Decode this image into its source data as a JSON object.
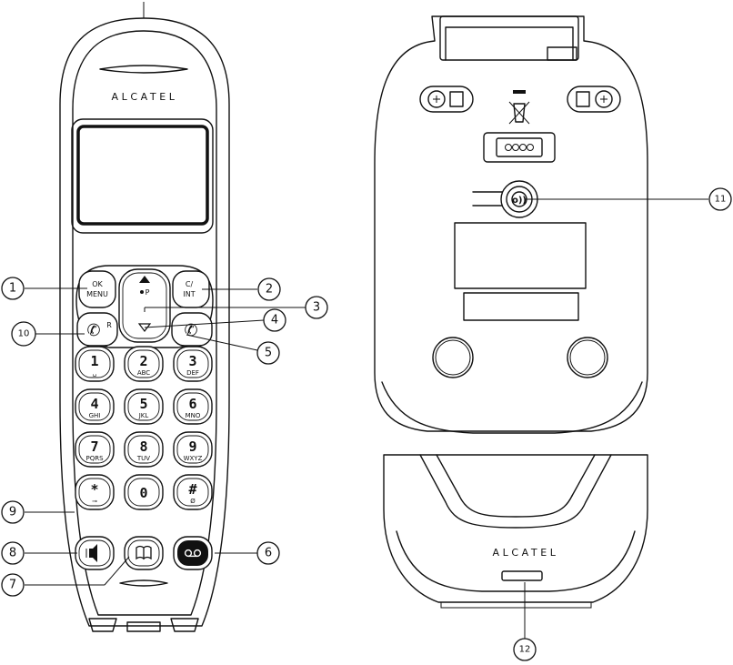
{
  "brand": {
    "handset": "ALCATEL",
    "base": "ALCATEL"
  },
  "nav_keys": {
    "ok_line1": "OK",
    "ok_line2": "MENU",
    "clear_line1": "C/",
    "clear_line2": "INT",
    "up_label": "P",
    "r_label": "R"
  },
  "keypad": [
    {
      "main": "1",
      "sub": "␣"
    },
    {
      "main": "2",
      "sub": "ABC"
    },
    {
      "main": "3",
      "sub": "DEF"
    },
    {
      "main": "4",
      "sub": "GHI"
    },
    {
      "main": "5",
      "sub": "JKL"
    },
    {
      "main": "6",
      "sub": "MNO"
    },
    {
      "main": "7",
      "sub": "PQRS"
    },
    {
      "main": "8",
      "sub": "TUV"
    },
    {
      "main": "9",
      "sub": "WXYZ"
    },
    {
      "main": "*",
      "sub": "⊸"
    },
    {
      "main": "0",
      "sub": ""
    },
    {
      "main": "#",
      "sub": "Ø"
    }
  ],
  "callouts": [
    "1",
    "2",
    "3",
    "4",
    "5",
    "6",
    "7",
    "8",
    "9",
    "10",
    "11",
    "12"
  ],
  "colors": {
    "line": "#111111",
    "background": "#ffffff"
  }
}
